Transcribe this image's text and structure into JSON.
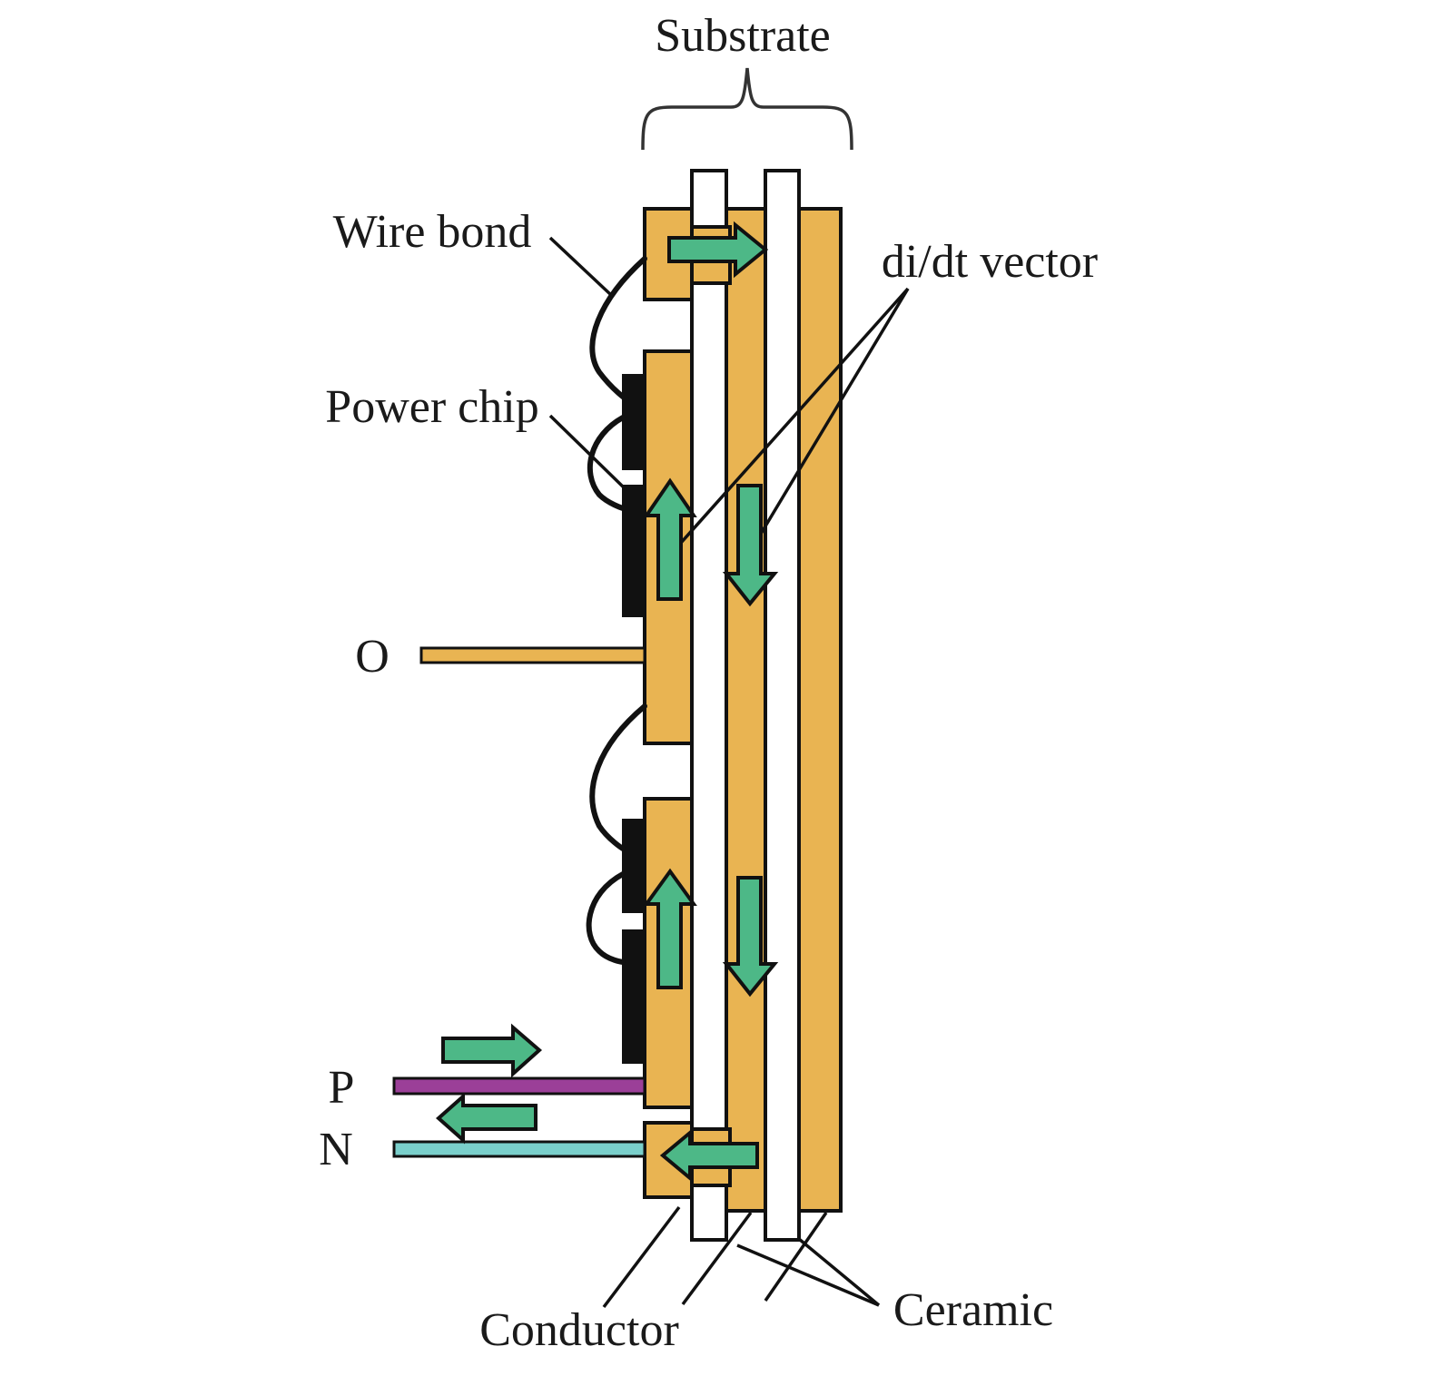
{
  "colors": {
    "conductor": "#E9B452",
    "ceramic": "#FFFFFF",
    "arrow": "#4DB887",
    "chip": "#111111",
    "terminal_o": "#E9B452",
    "terminal_p": "#9B3F98",
    "terminal_n": "#7ACFCB"
  },
  "labels": {
    "substrate": "Substrate",
    "wire_bond": "Wire bond",
    "power_chip": "Power chip",
    "didt_vector": "di/dt vector",
    "terminal_o": "O",
    "terminal_p": "P",
    "terminal_n": "N",
    "conductor": "Conductor",
    "ceramic": "Ceramic"
  },
  "arrows": [
    {
      "id": "top-right",
      "direction": "right"
    },
    {
      "id": "upper-chip-up",
      "direction": "up"
    },
    {
      "id": "upper-substrate-down",
      "direction": "down"
    },
    {
      "id": "lower-chip-up",
      "direction": "up"
    },
    {
      "id": "lower-substrate-down",
      "direction": "down"
    },
    {
      "id": "p-terminal-right",
      "direction": "right"
    },
    {
      "id": "n-terminal-left",
      "direction": "left"
    },
    {
      "id": "bottom-left",
      "direction": "left"
    }
  ]
}
